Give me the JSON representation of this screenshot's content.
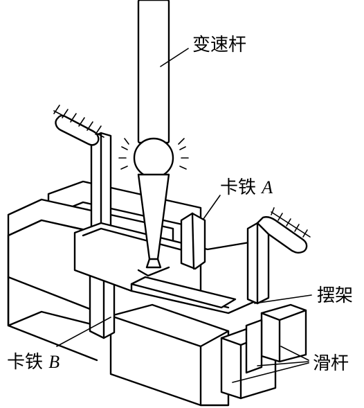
{
  "labels": {
    "shift_lever": "变速杆",
    "lock_a_text": "卡铁",
    "lock_a_letter": "A",
    "swing_frame": "摆架",
    "lock_b_text": "卡铁",
    "lock_b_letter": "B",
    "slide_rods": "滑杆"
  }
}
